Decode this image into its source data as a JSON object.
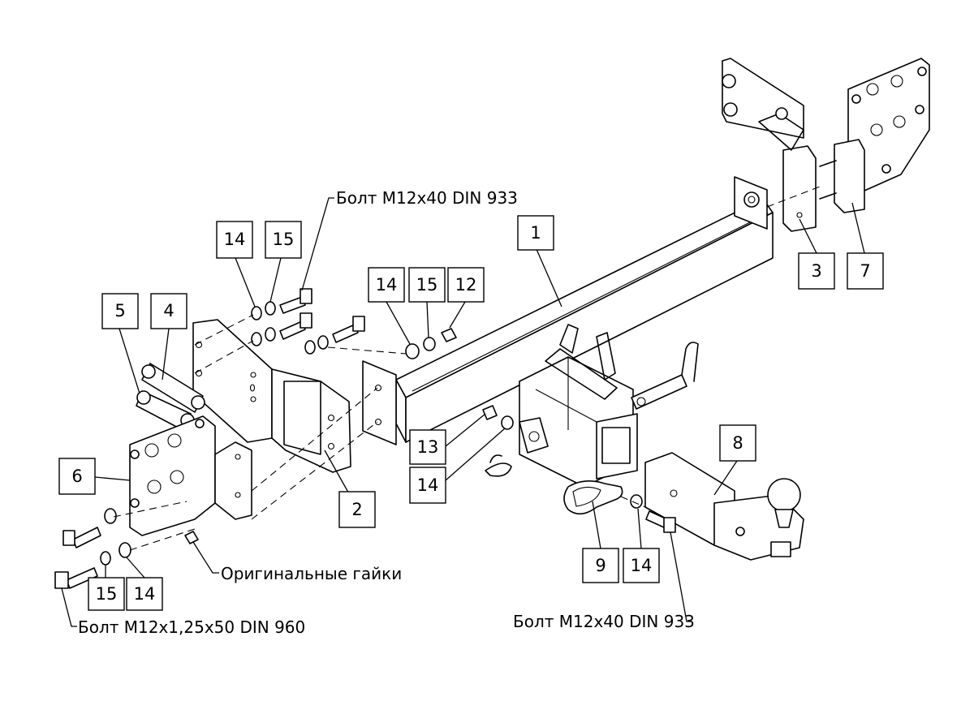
{
  "callouts": [
    {
      "id": "c1",
      "label": "1"
    },
    {
      "id": "c2",
      "label": "2"
    },
    {
      "id": "c3",
      "label": "3"
    },
    {
      "id": "c4",
      "label": "4"
    },
    {
      "id": "c5",
      "label": "5"
    },
    {
      "id": "c6",
      "label": "6"
    },
    {
      "id": "c7",
      "label": "7"
    },
    {
      "id": "c8",
      "label": "8"
    },
    {
      "id": "c9",
      "label": "9"
    },
    {
      "id": "c12",
      "label": "12"
    },
    {
      "id": "c13",
      "label": "13"
    },
    {
      "id": "c14a",
      "label": "14"
    },
    {
      "id": "c14b",
      "label": "14"
    },
    {
      "id": "c14c",
      "label": "14"
    },
    {
      "id": "c14d",
      "label": "14"
    },
    {
      "id": "c14e",
      "label": "14"
    },
    {
      "id": "c15a",
      "label": "15"
    },
    {
      "id": "c15b",
      "label": "15"
    },
    {
      "id": "c15c",
      "label": "15"
    }
  ],
  "notes": {
    "bolt_top": "Болт М12х40 DIN 933",
    "bolt_bottom_right": "Болт М12х40 DIN 933",
    "bolt_bottom_left": "Болт М12х1,25х50 DIN 960",
    "original_nuts": "Оригинальные гайки"
  }
}
